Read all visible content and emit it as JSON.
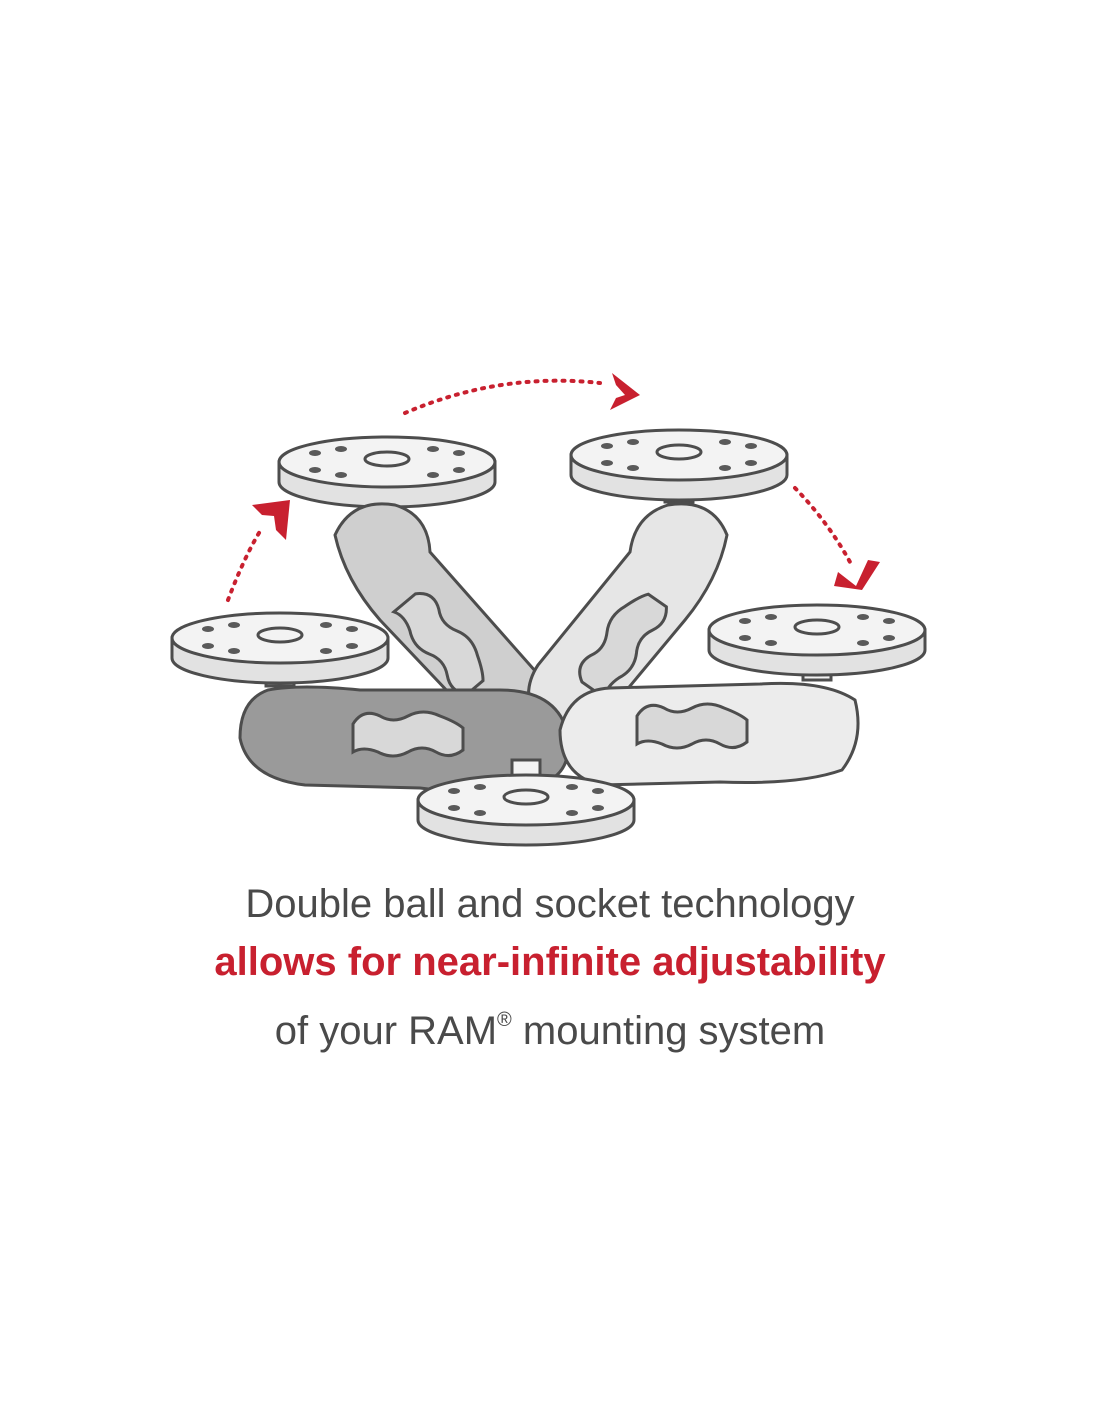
{
  "caption": {
    "line1": "Double ball and socket technology",
    "line2": "allows for near-infinite adjustability",
    "line3_prefix": "of your RAM",
    "line3_registered": "®",
    "line3_suffix": " mounting system"
  },
  "colors": {
    "accent": "#c8202f",
    "text": "#4a4a4a",
    "outline": "#4d4d4d",
    "arm_dark": "#9a9a9a",
    "arm_mid": "#cfcfcf",
    "arm_light": "#ececec",
    "plate": "#f3f3f3"
  },
  "illustration": {
    "icons": [
      "round-plate-icon",
      "double-socket-arm-icon",
      "knob-icon",
      "dotted-arrow-icon"
    ]
  }
}
